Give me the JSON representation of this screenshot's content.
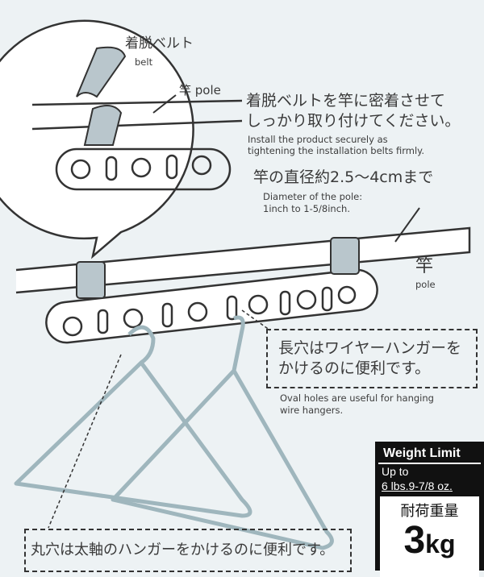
{
  "callout": {
    "belt_jp": "着脱ベルト",
    "belt_en": "belt",
    "pole_label": "竿 pole"
  },
  "install": {
    "jp_line1": "着脱ベルトを竿に密着させて",
    "jp_line2": "しっかり取り付けてください。",
    "en_line1": "Install the product securely as",
    "en_line2": "tightening the installation belts firmly."
  },
  "diameter": {
    "jp": "竿の直径約2.5〜4cmまで",
    "en_line1": "Diameter of the pole:",
    "en_line2": "1inch to 1-5/8inch."
  },
  "pole": {
    "jp": "竿",
    "en": "pole"
  },
  "oval": {
    "jp_line1": "長穴はワイヤーハンガーを",
    "jp_line2": "かけるのに便利です。",
    "en_line1": "Oval holes are useful for hanging",
    "en_line2": "wire hangers."
  },
  "round": {
    "jp": "丸穴は太軸のハンガーをかけるのに便利です。"
  },
  "weight": {
    "title": "Weight Limit",
    "up_to": "Up to",
    "imperial": "6 lbs.9-7/8 oz.",
    "jp": "耐荷重量",
    "value": "3",
    "unit": "kg"
  },
  "colors": {
    "background": "#edf2f4",
    "line": "#333333",
    "belt": "#b9c6cc",
    "hanger": "#9fb6bd"
  }
}
